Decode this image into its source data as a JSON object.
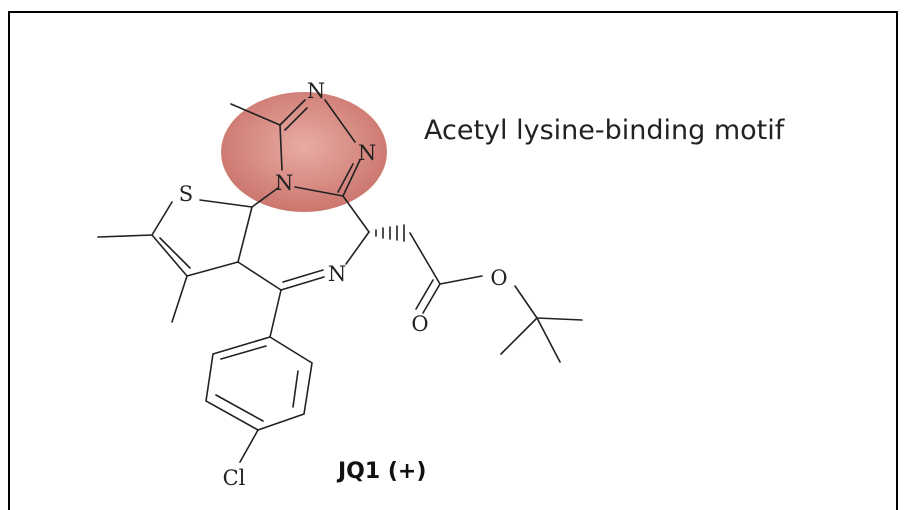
{
  "figure": {
    "motif_label": "Acetyl lysine-binding motif",
    "compound_name": "JQ1 (+)",
    "highlight_color": "#c96f66",
    "atoms": {
      "n_top": "N",
      "n_right": "N",
      "n_center": "N",
      "n_imine": "N",
      "s": "S",
      "o_ester": "O",
      "o_carbonyl": "O",
      "cl": "Cl"
    }
  }
}
